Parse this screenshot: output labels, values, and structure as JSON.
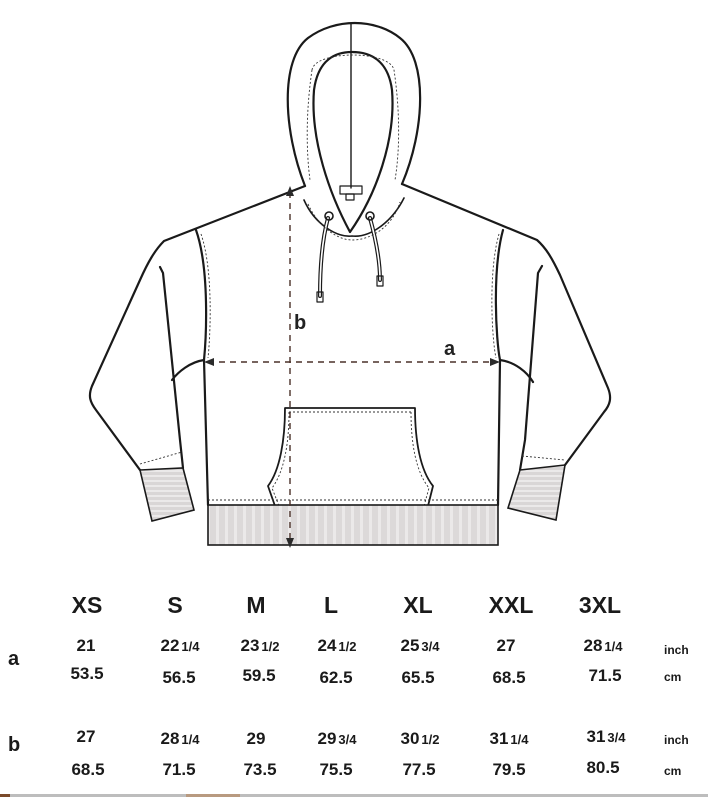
{
  "figure": {
    "subject": "hoodie-technical-flat",
    "dimension_labels": {
      "a": "a",
      "b": "b"
    },
    "colors": {
      "outline": "#1a1a1a",
      "ribbing": "#d9d6d6",
      "dashed_measure": "#5a3a30"
    }
  },
  "size_chart": {
    "sizes": [
      "XS",
      "S",
      "M",
      "L",
      "XL",
      "XXL",
      "3XL"
    ],
    "rows": [
      {
        "label": "a",
        "inch": [
          {
            "whole": "21",
            "frac": ""
          },
          {
            "whole": "22",
            "frac": "1/4"
          },
          {
            "whole": "23",
            "frac": "1/2"
          },
          {
            "whole": "24",
            "frac": "1/2"
          },
          {
            "whole": "25",
            "frac": "3/4"
          },
          {
            "whole": "27",
            "frac": ""
          },
          {
            "whole": "28",
            "frac": "1/4"
          }
        ],
        "cm": [
          "53.5",
          "56.5",
          "59.5",
          "62.5",
          "65.5",
          "68.5",
          "71.5"
        ],
        "unit_inch": "inch",
        "unit_cm": "cm"
      },
      {
        "label": "b",
        "inch": [
          {
            "whole": "27",
            "frac": ""
          },
          {
            "whole": "28",
            "frac": "1/4"
          },
          {
            "whole": "29",
            "frac": ""
          },
          {
            "whole": "29",
            "frac": "3/4"
          },
          {
            "whole": "30",
            "frac": "1/2"
          },
          {
            "whole": "31",
            "frac": "1/4"
          },
          {
            "whole": "31",
            "frac": "3/4"
          }
        ],
        "cm": [
          "68.5",
          "71.5",
          "73.5",
          "75.5",
          "77.5",
          "79.5",
          "80.5"
        ],
        "unit_inch": "inch",
        "unit_cm": "cm"
      }
    ]
  }
}
